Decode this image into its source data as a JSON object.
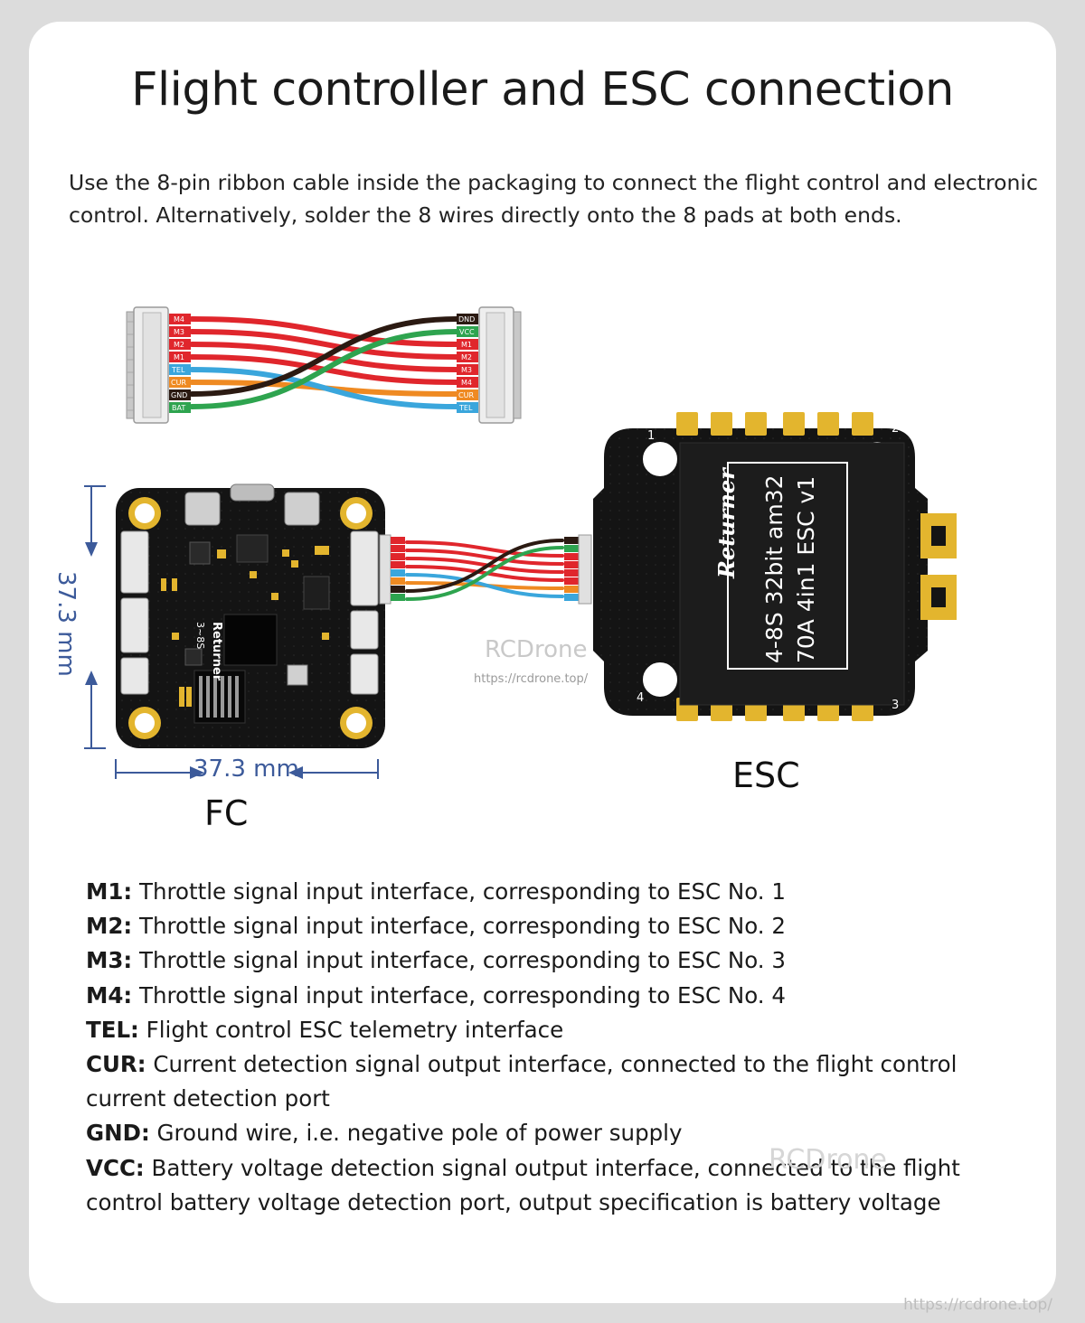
{
  "title": "Flight controller and ESC connection",
  "intro": {
    "line1": "Use the 8-pin ribbon cable inside the packaging to connect the flight control and electronic",
    "line2": "control. Alternatively, solder the 8 wires directly onto the 8 pads at both ends."
  },
  "cable": {
    "left_pins": [
      "M4",
      "M3",
      "M2",
      "M1",
      "TEL",
      "CUR",
      "GND",
      "BAT"
    ],
    "right_pins": [
      "DND",
      "VCC",
      "M1",
      "M2",
      "M3",
      "M4",
      "CUR",
      "TEL"
    ]
  },
  "fc": {
    "label": "FC",
    "brand": "Returner",
    "voltage": "3~8S",
    "width_dim": "37.3 mm",
    "height_dim": "37.3 mm"
  },
  "esc": {
    "label": "ESC",
    "brand": "Returner",
    "spec_line1": "4-8S 32bit am32",
    "spec_line2": "70A 4in1 ESC v1",
    "corner_nums": [
      "1",
      "2",
      "3",
      "4"
    ]
  },
  "watermark": {
    "brand": "RCDrone",
    "url": "https://rcdrone.top/"
  },
  "definitions": [
    {
      "key": "M1:",
      "text": " Throttle signal input interface, corresponding to ESC No. 1"
    },
    {
      "key": "M2:",
      "text": " Throttle signal input interface, corresponding to ESC No. 2"
    },
    {
      "key": "M3:",
      "text": " Throttle signal input interface, corresponding to ESC No. 3"
    },
    {
      "key": "M4:",
      "text": " Throttle signal input interface, corresponding to ESC No. 4"
    },
    {
      "key": "TEL:",
      "text": " Flight control ESC telemetry interface"
    },
    {
      "key": "CUR:",
      "text": " Current detection signal output interface, connected to the flight control current detection port"
    },
    {
      "key": "GND:",
      "text": " Ground wire, i.e. negative pole of power supply"
    },
    {
      "key": "VCC:",
      "text": " Battery voltage detection signal output interface, connected to the flight control battery voltage detection port, output specification is battery voltage"
    }
  ],
  "colors": {
    "red_wire": "#e0262c",
    "blue_wire": "#3aa6dc",
    "orange_wire": "#ef8a22",
    "green_wire": "#2ea44f",
    "black_wire": "#2b1a12",
    "board": "#141414",
    "pad_gold": "#e3b52e"
  },
  "icons": [
    "connector-icon",
    "dimension-arrow-icon"
  ]
}
